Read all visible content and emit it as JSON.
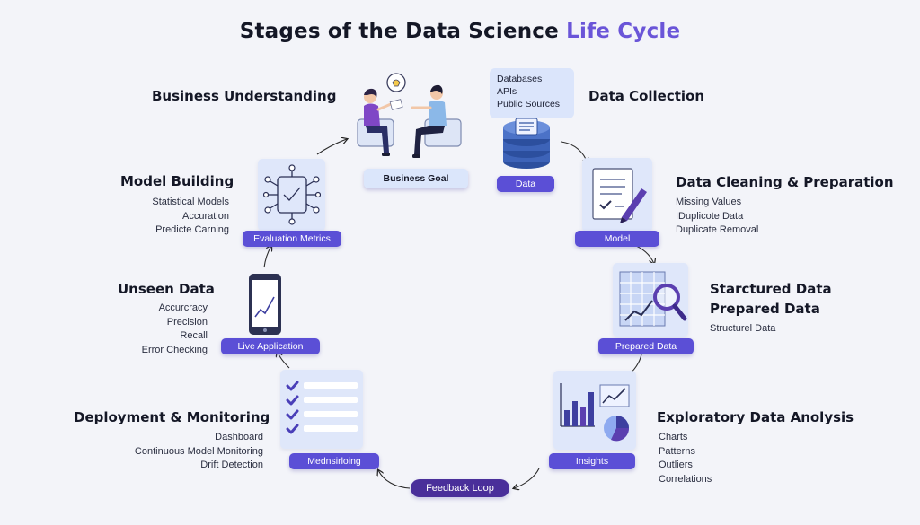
{
  "title": {
    "main": "Stages of the Data Science ",
    "accent": "Life Cycle"
  },
  "stages": {
    "business_understanding": {
      "heading": "Business Understanding",
      "badge": "Business Goal"
    },
    "data_collection": {
      "heading": "Data Collection",
      "sources": [
        "Databases",
        "APIs",
        "Public Sources"
      ],
      "badge": "Data"
    },
    "data_cleaning": {
      "heading": "Data Cleaning & Preparation",
      "items": [
        "Missing Values",
        "IDuplicote Data",
        "Duplicate Removal"
      ],
      "badge": "Model"
    },
    "structured_data": {
      "heading_line1": "Starctured Data",
      "heading_line2": "Prepared Data",
      "items": [
        "Structurel Data"
      ],
      "badge": "Prepared Data"
    },
    "eda": {
      "heading": "Exploratory Data Anolysis",
      "items": [
        "Charts",
        "Patterns",
        "Outliers",
        "Correlations"
      ],
      "badge": "Insights"
    },
    "feedback": {
      "badge": "Feedback Loop"
    },
    "deployment": {
      "heading": "Deployment & Monitoring",
      "items": [
        "Dashboard",
        "Continuous Model Monitoring",
        "Drift Detection"
      ],
      "badge": "Mednsirloing"
    },
    "unseen_data": {
      "heading": "Unseen Data",
      "items": [
        "Accurcracy",
        "Precision",
        "Recall",
        "Error Checking"
      ],
      "badge": "Live Application"
    },
    "model_building": {
      "heading": "Model Building",
      "items": [
        "Statistical Models",
        "Accuration",
        "Predicte Carning"
      ],
      "badge": "Evaluation Metrics"
    }
  },
  "colors": {
    "accent": "#6a55d8",
    "pill": "#5b4fd6",
    "pill_dark": "#4a2f9a",
    "card": "#dfe7fa"
  }
}
